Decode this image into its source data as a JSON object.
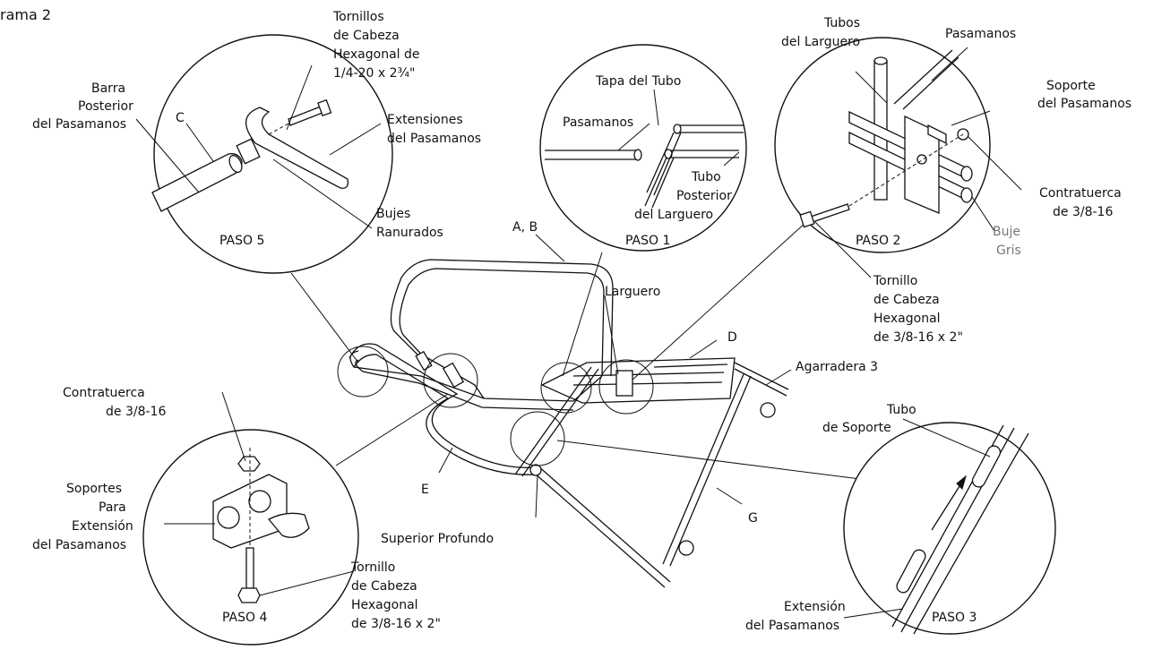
{
  "title": "rama 2",
  "steps": {
    "paso1": "PASO 1",
    "paso2": "PASO 2",
    "paso3": "PASO 3",
    "paso4": "PASO 4",
    "paso5": "PASO 5"
  },
  "labels": {
    "tornillos_1": "Tornillos",
    "tornillos_2": "de Cabeza",
    "tornillos_3": "Hexagonal de",
    "tornillos_4": "1/4-20 x 2¾\"",
    "barra_1": "Barra",
    "barra_2": "Posterior",
    "barra_3": "del Pasamanos",
    "c": "C",
    "ext_1": "Extensiones",
    "ext_2": "del Pasamanos",
    "bujes_1": "Bujes",
    "bujes_2": "Ranurados",
    "tapa": "Tapa del Tubo",
    "pasamanos_p1": "Pasamanos",
    "tubopost_1": "Tubo",
    "tubopost_2": "Posterior",
    "tubopost_3": "del Larguero",
    "tubos_larg_1": "Tubos",
    "tubos_larg_2": "del Larguero",
    "pasamanos_p2": "Pasamanos",
    "soporte_pas_1": "Soporte",
    "soporte_pas_2": "del Pasamanos",
    "contra_p2_1": "Contratuerca",
    "contra_p2_2": "de 3/8-16",
    "buje_1": "Buje",
    "buje_2": "Gris",
    "tornillo_p2_1": "Tornillo",
    "tornillo_p2_2": "de Cabeza",
    "tornillo_p2_3": "Hexagonal",
    "tornillo_p2_4": "de 3/8-16 x 2\"",
    "ab": "A, B",
    "larguero": "Larguero",
    "d": "D",
    "agarradera": "Agarradera 3",
    "tubo_sop_1": "Tubo",
    "tubo_sop_2": "de Soporte",
    "contra_p4_1": "Contratuerca",
    "contra_p4_2": "de 3/8-16",
    "soportes_1": "Soportes",
    "soportes_2": "Para",
    "soportes_3": "Extensión",
    "soportes_4": "del Pasamanos",
    "e": "E",
    "superior": "Superior Profundo",
    "g": "G",
    "tornillo_p4_1": "Tornillo",
    "tornillo_p4_2": "de Cabeza",
    "tornillo_p4_3": "Hexagonal",
    "tornillo_p4_4": "de 3/8-16 x 2\"",
    "ext_p3_1": "Extensión",
    "ext_p3_2": "del Pasamanos"
  }
}
